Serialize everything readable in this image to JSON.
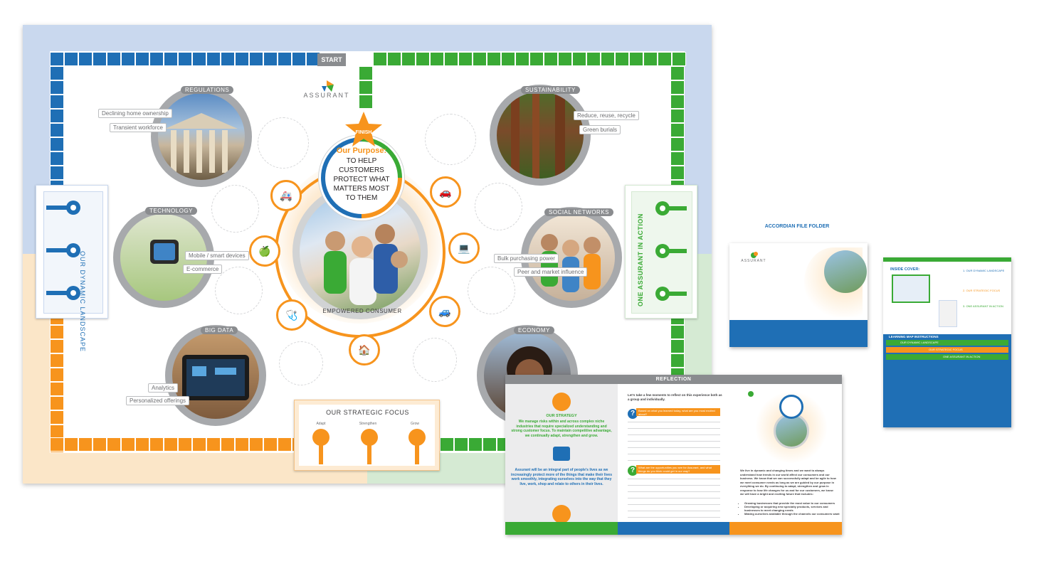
{
  "board": {
    "start_label": "START",
    "finish_label": "FINISH",
    "logo_text": "ASSURANT",
    "purpose_heading": "Our Purpose:",
    "purpose_lines": [
      "TO HELP",
      "CUSTOMERS",
      "PROTECT WHAT",
      "MATTERS MOST",
      "TO THEM"
    ],
    "center_label": "EMPOWERED CONSUMER",
    "topics": {
      "regulations": {
        "label": "REGULATIONS",
        "tags": [
          "Declining home ownership",
          "Transient workforce"
        ]
      },
      "sustainability": {
        "label": "SUSTAINABILITY",
        "tags": [
          "Reduce, reuse, recycle",
          "Green burials"
        ]
      },
      "technology": {
        "label": "TECHNOLOGY",
        "tags": [
          "Mobile / smart devices",
          "E-commerce"
        ]
      },
      "social": {
        "label": "SOCIAL NETWORKS",
        "tags": [
          "Bulk purchasing power",
          "Peer and market influence"
        ]
      },
      "bigdata": {
        "label": "BIG DATA",
        "tags": [
          "Analytics",
          "Personalized offerings"
        ]
      },
      "economy": {
        "label": "ECONOMY",
        "tags": []
      }
    },
    "left_panel_title": "OUR DYNAMIC LANDSCAPE",
    "right_panel_title": "ONE ASSURANT IN ACTION",
    "strategic_focus": {
      "title": "OUR STRATEGIC FOCUS",
      "keys": [
        "Adapt",
        "Strengthen",
        "Grow"
      ]
    },
    "colors": {
      "blue": "#1f6fb5",
      "green": "#3aaa35",
      "orange": "#f7941d",
      "gray": "#a7a9ac"
    }
  },
  "reflection": {
    "header": "REFLECTION",
    "strategy_title": "OUR STRATEGY",
    "strategy_text": "We manage risks within and across complex niche industries that require specialized understanding and strong customer focus. To maintain competitive advantage, we continually adapt, strengthen and grow.",
    "integral_text": "Assurant will be an integral part of people's lives as we increasingly protect more of the things that make their lives work smoothly, integrating ourselves into the way that they live, work, shop and relate to others in their lives.",
    "intro": "Let's take a few moments to reflect on this experience both as a group and individually.",
    "q1": "Based on what you learned today, what are you most excited about?",
    "q2": "What are the opportunities you see for Assurant, and what things do you think could get in our way?",
    "closing": "We live in dynamic and changing times and we want to always understand how trends in our world affect our consumers and our business. We know that we can successfully adapt and be agile to how we meet consumer needs as long as we are guided by our purpose in everything we do. By continuing to adapt, strengthen and grow in response to how life changes for us and for our customers, we know we will have a bright and exciting future that includes:",
    "bullets": [
      "Growing businesses that provide the most value to our consumers",
      "Developing or acquiring new specialty products, services and businesses to meet changing needs",
      "Making ourselves available through the channels our consumers want"
    ]
  },
  "folder": {
    "title": "ACCORDIAN FILE FOLDER",
    "logo_text": "ASSURANT"
  },
  "insert": {
    "title": "INSIDE COVER:",
    "items": [
      "1. OUR DYNAMIC LANDSCAPE",
      "2. OUR STRATEGIC FOCUS",
      "3. ONE ASSURANT IN ACTION"
    ],
    "bottom_title": "LEARNING MAP INSTRUCTIONS",
    "bars": [
      "OUR DYNAMIC LANDSCAPE",
      "OUR STRATEGIC FOCUS",
      "ONE ASSURANT IN ACTION"
    ]
  }
}
